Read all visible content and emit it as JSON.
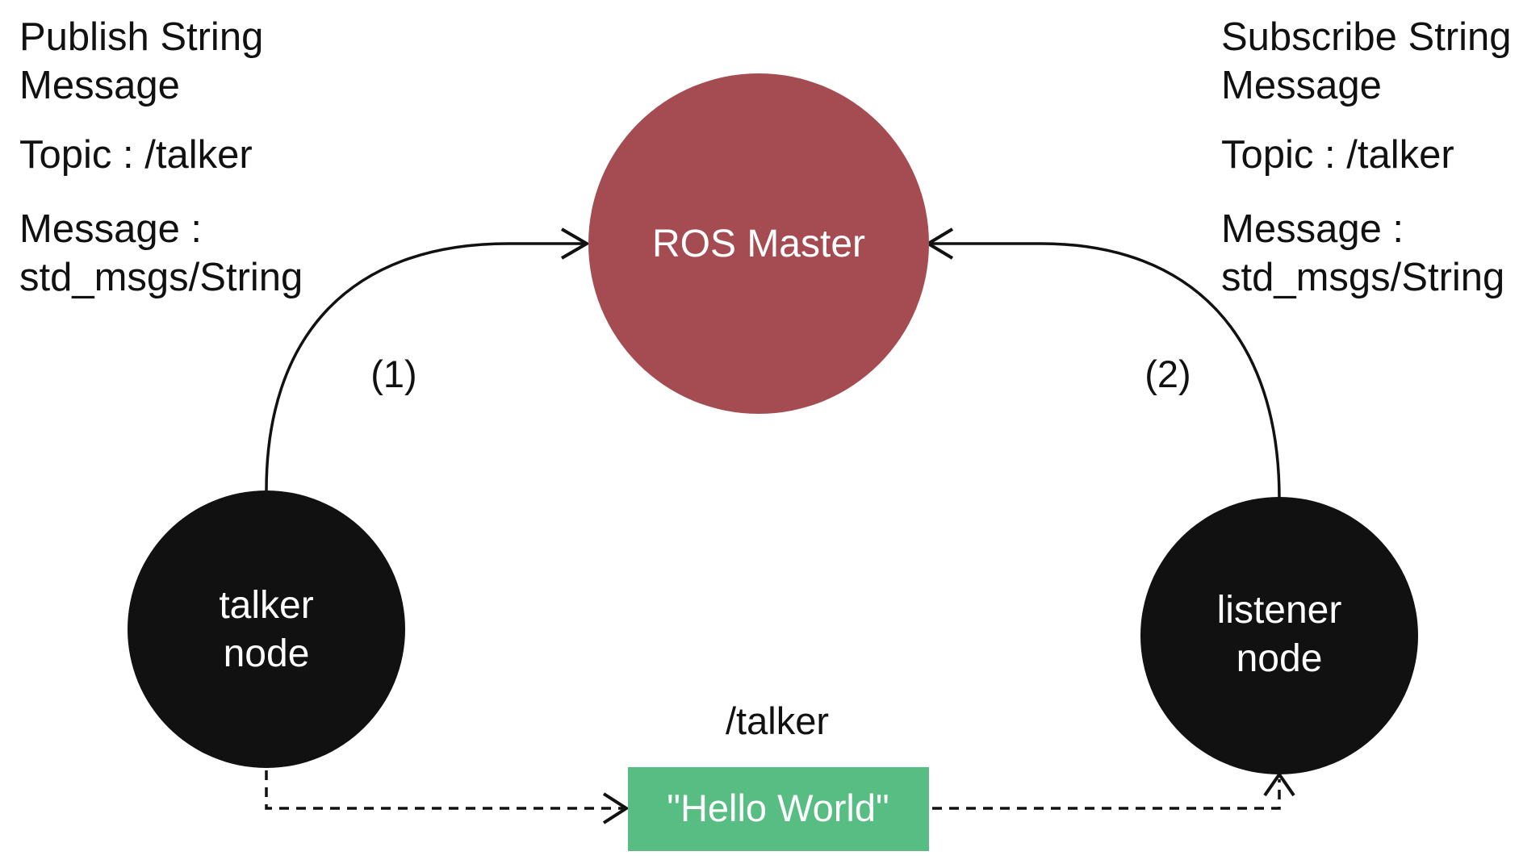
{
  "colors": {
    "master_fill": "#a44c52",
    "node_fill": "#111111",
    "message_fill": "#58bd82",
    "line": "#111111"
  },
  "publisher_info": {
    "line1": "Publish String",
    "line2": "Message",
    "topic": "Topic : /talker",
    "message_label": "Message :",
    "message_type": "std_msgs/String"
  },
  "subscriber_info": {
    "line1": "Subscribe String",
    "line2": "Message",
    "topic": "Topic : /talker",
    "message_label": "Message :",
    "message_type": "std_msgs/String"
  },
  "master": {
    "label": "ROS Master"
  },
  "talker_node": {
    "line1": "talker",
    "line2": "node"
  },
  "listener_node": {
    "line1": "listener",
    "line2": "node"
  },
  "step_labels": {
    "publish": "(1)",
    "subscribe": "(2)"
  },
  "topic": {
    "name": "/talker",
    "message": "\"Hello World\""
  }
}
